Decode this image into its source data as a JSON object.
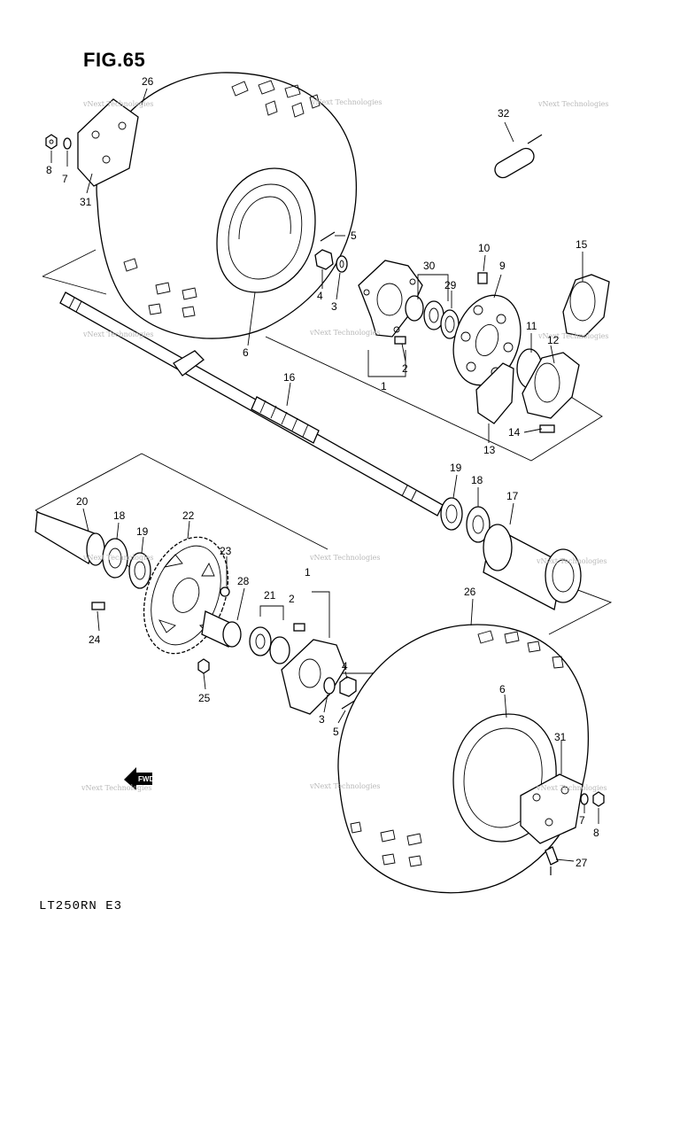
{
  "figure": {
    "title": "FIG.65",
    "model_code": "LT250RN E3"
  },
  "fwd_arrow": {
    "label": "FWD"
  },
  "watermark": {
    "text": "vNext Technologies"
  },
  "callouts": [
    "26",
    "8",
    "7",
    "31",
    "5",
    "4",
    "3",
    "6",
    "30",
    "29",
    "9",
    "10",
    "15",
    "32",
    "2",
    "1",
    "11",
    "12",
    "16",
    "14",
    "13",
    "19",
    "18",
    "17",
    "20",
    "18",
    "19",
    "22",
    "23",
    "28",
    "21",
    "2",
    "1",
    "24",
    "25",
    "4",
    "3",
    "5",
    "26",
    "6",
    "31",
    "7",
    "8",
    "27"
  ],
  "parts": [
    {
      "no": "1"
    },
    {
      "no": "2"
    },
    {
      "no": "3"
    },
    {
      "no": "4"
    },
    {
      "no": "5"
    },
    {
      "no": "6"
    },
    {
      "no": "7"
    },
    {
      "no": "8"
    },
    {
      "no": "9"
    },
    {
      "no": "10"
    },
    {
      "no": "11"
    },
    {
      "no": "12"
    },
    {
      "no": "13"
    },
    {
      "no": "14"
    },
    {
      "no": "15"
    },
    {
      "no": "16"
    },
    {
      "no": "17"
    },
    {
      "no": "18"
    },
    {
      "no": "19"
    },
    {
      "no": "20"
    },
    {
      "no": "21"
    },
    {
      "no": "22"
    },
    {
      "no": "23"
    },
    {
      "no": "24"
    },
    {
      "no": "25"
    },
    {
      "no": "26"
    },
    {
      "no": "27"
    },
    {
      "no": "28"
    },
    {
      "no": "29"
    },
    {
      "no": "30"
    },
    {
      "no": "31"
    },
    {
      "no": "32"
    }
  ]
}
